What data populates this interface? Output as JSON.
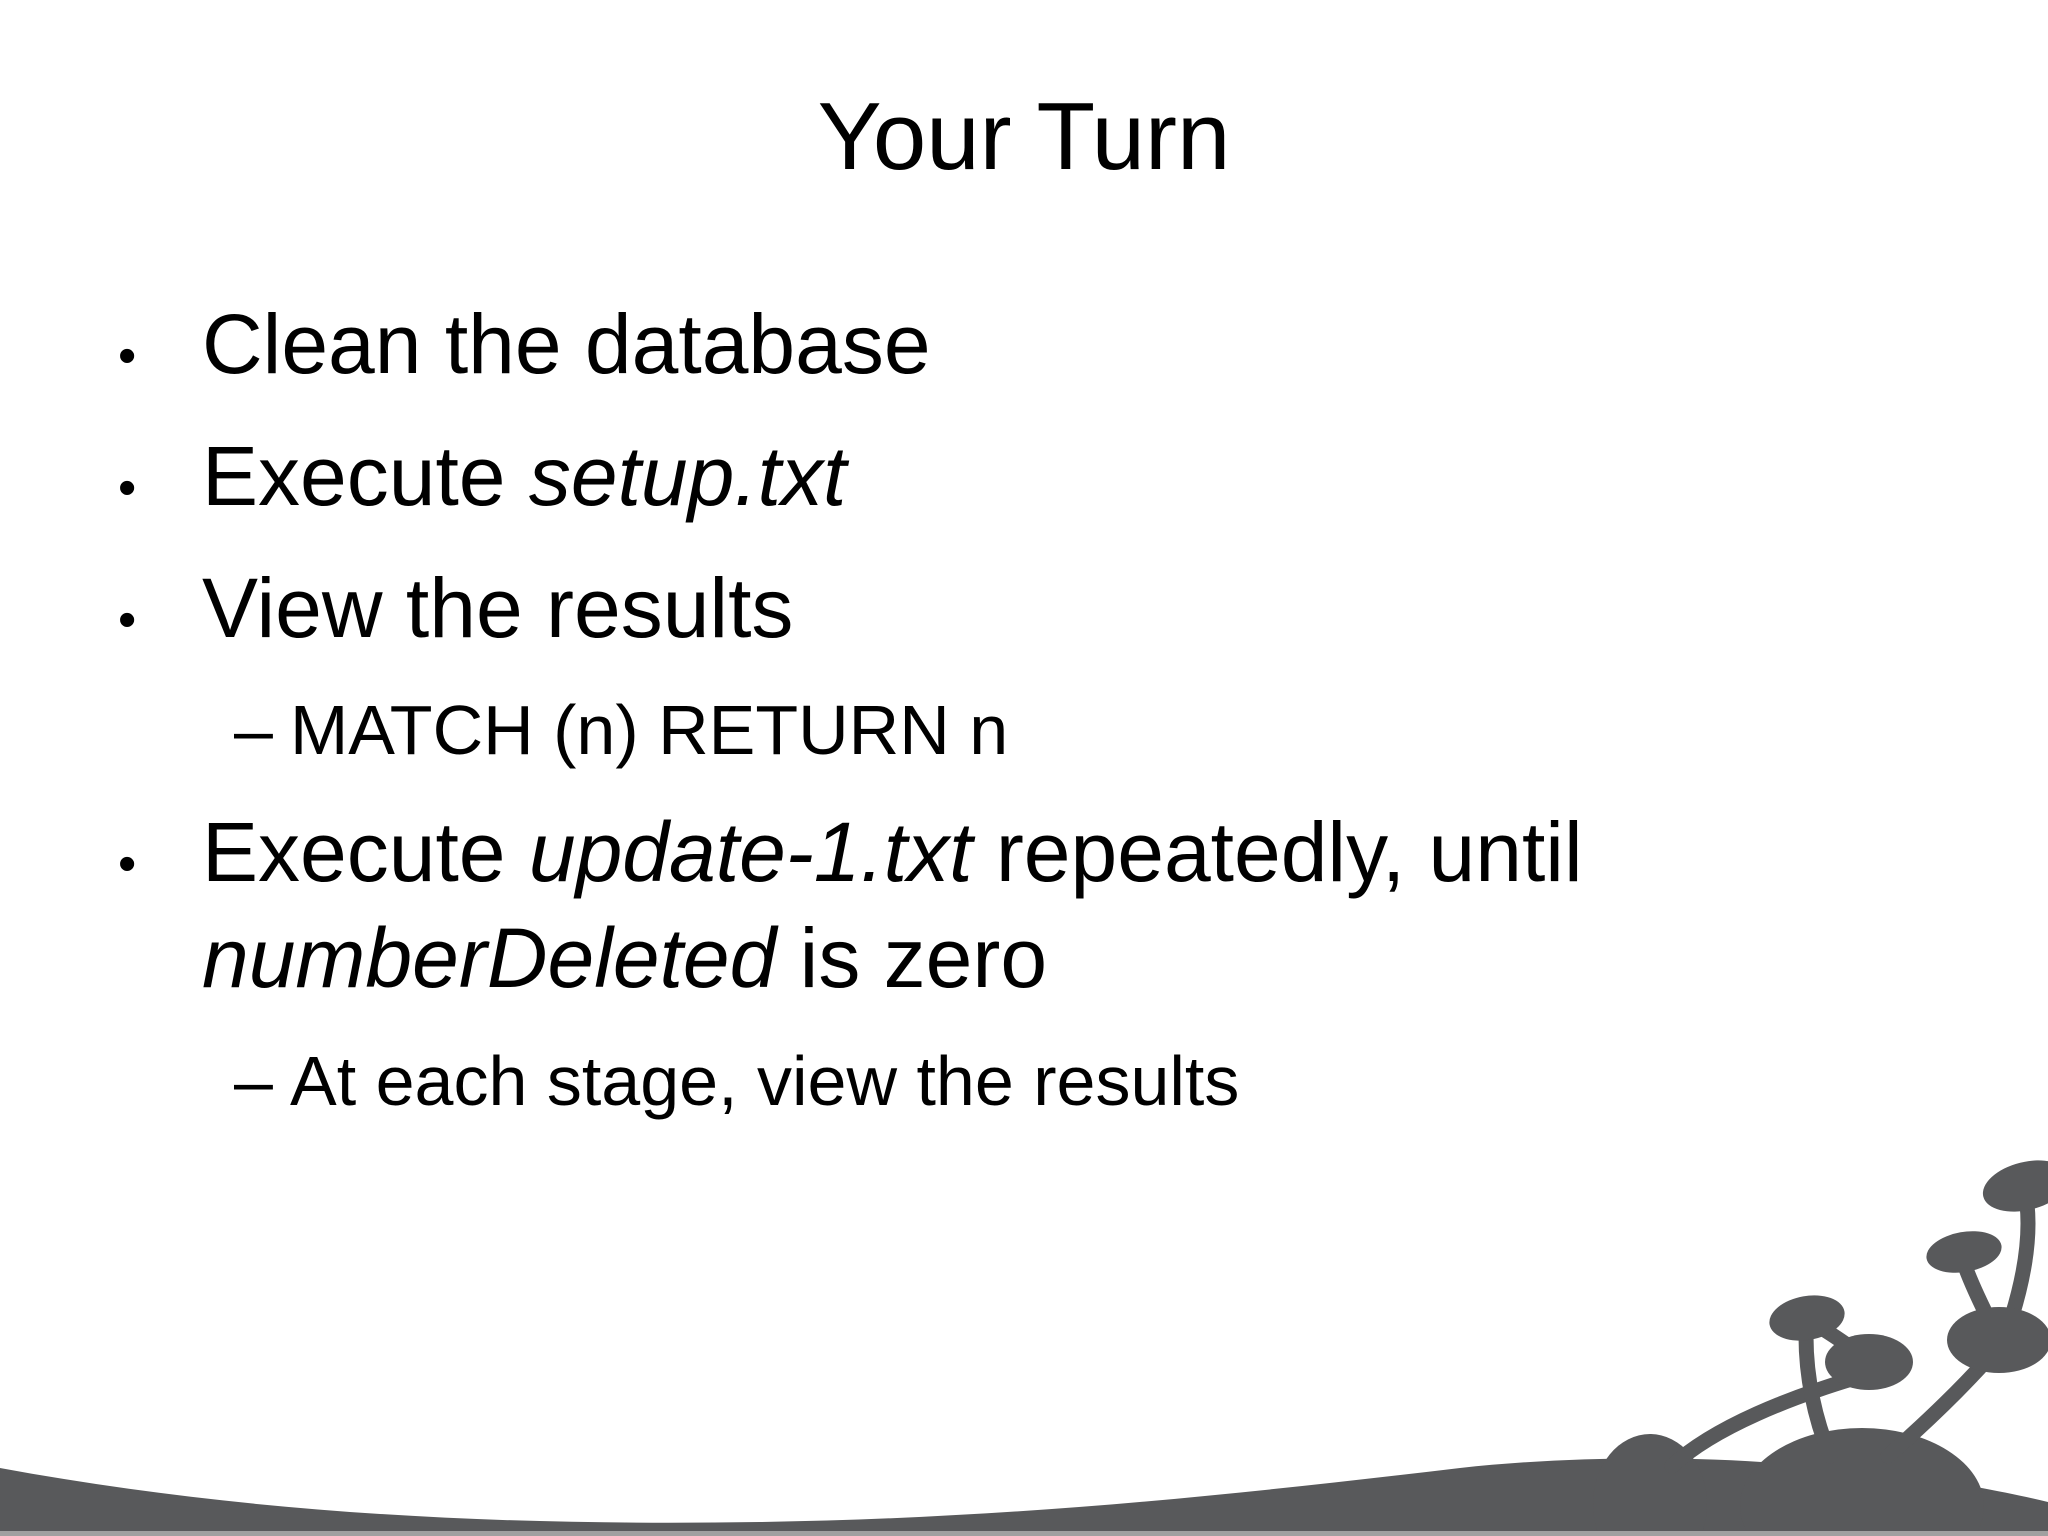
{
  "slide": {
    "title": "Your Turn",
    "bullet_char": "•",
    "dash_char": "–",
    "bullets": [
      {
        "level": 1,
        "segments": [
          {
            "text": "Clean the database"
          }
        ]
      },
      {
        "level": 1,
        "segments": [
          {
            "text": "Execute "
          },
          {
            "text": "setup.txt",
            "italic": true
          }
        ]
      },
      {
        "level": 1,
        "segments": [
          {
            "text": "View the results"
          }
        ]
      },
      {
        "level": 2,
        "segments": [
          {
            "text": "MATCH (n) RETURN n"
          }
        ]
      },
      {
        "level": 1,
        "segments": [
          {
            "text": "Execute "
          },
          {
            "text": "update-1.txt",
            "italic": true
          },
          {
            "text": " repeatedly, until"
          },
          {
            "br": true
          },
          {
            "text": "numberDeleted",
            "italic": true
          },
          {
            "text": " is zero"
          }
        ]
      },
      {
        "level": 2,
        "segments": [
          {
            "text": "At each stage, view the results"
          }
        ]
      }
    ],
    "colors": {
      "background": "#ffffff",
      "text": "#000000",
      "footer_gray": "#58595b",
      "footer_strip": "#a0a0a0"
    }
  }
}
